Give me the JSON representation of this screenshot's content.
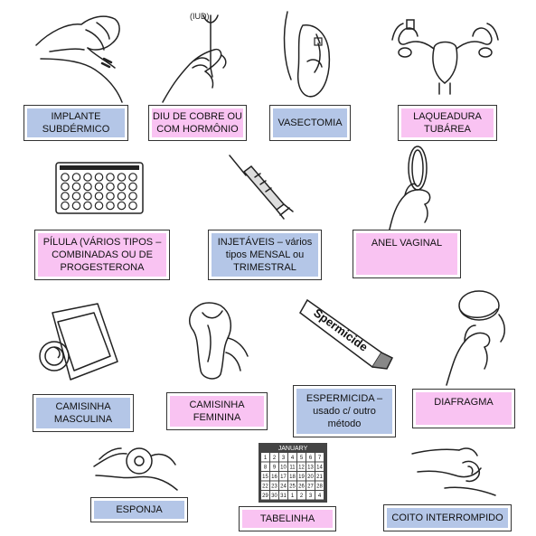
{
  "colors": {
    "blue_label": "#b4c6e7",
    "pink_label": "#f9c3f2",
    "line_art": "#222222"
  },
  "methods": [
    {
      "id": "implante",
      "label": "IMPLANTE\nSUBDÉRMICO",
      "icon": "arm-implant-icon",
      "color": "blue"
    },
    {
      "id": "diu",
      "label": "DIU DE COBRE OU\nCOM HORMÔNIO",
      "icon": "iud-hand-icon",
      "color": "pink",
      "iud_caption": "(IUD)"
    },
    {
      "id": "vasectomia",
      "label": "VASECTOMIA",
      "icon": "male-anatomy-icon",
      "color": "blue"
    },
    {
      "id": "laqueadura",
      "label": "LAQUEADURA\nTUBÁREA",
      "icon": "uterus-icon",
      "color": "pink"
    },
    {
      "id": "pilula",
      "label": "PÍLULA (VÁRIOS TIPOS –\nCOMBINADAS OU DE\nPROGESTERONA",
      "icon": "pill-pack-icon",
      "color": "pink"
    },
    {
      "id": "injetaveis",
      "label": "INJETÁVEIS – vários\ntipos MENSAL ou\nTRIMESTRAL",
      "icon": "syringe-icon",
      "color": "blue"
    },
    {
      "id": "anel",
      "label": "ANEL VAGINAL",
      "icon": "vaginal-ring-icon",
      "color": "pink"
    },
    {
      "id": "camisinha_masc",
      "label": "CAMISINHA\nMASCULINA",
      "icon": "male-condom-icon",
      "color": "blue"
    },
    {
      "id": "camisinha_fem",
      "label": "CAMISINHA\nFEMININA",
      "icon": "female-condom-icon",
      "color": "pink"
    },
    {
      "id": "espermicida",
      "label": "ESPERMICIDA –\nusado c/ outro\nmétodo",
      "icon": "spermicide-tube-icon",
      "color": "blue",
      "tube_text": "Spermicide"
    },
    {
      "id": "diafragma",
      "label": "DIAFRAGMA",
      "icon": "diaphragm-icon",
      "color": "pink"
    },
    {
      "id": "esponja",
      "label": "ESPONJA",
      "icon": "sponge-icon",
      "color": "blue"
    },
    {
      "id": "tabelinha",
      "label": "TABELINHA",
      "icon": "calendar-icon",
      "color": "pink",
      "calendar_month": "JANUARY",
      "calendar_rows": [
        [
          "1",
          "2",
          "3",
          "4",
          "5",
          "6",
          "7"
        ],
        [
          "8",
          "9",
          "10",
          "11",
          "12",
          "13",
          "14"
        ],
        [
          "15",
          "16",
          "17",
          "18",
          "19",
          "20",
          "21"
        ],
        [
          "22",
          "23",
          "24",
          "25",
          "26",
          "27",
          "28"
        ],
        [
          "29",
          "30",
          "31",
          "1",
          "2",
          "3",
          "4"
        ]
      ]
    },
    {
      "id": "coito",
      "label": "COITO INTERROMPIDO",
      "icon": "withdrawal-icon",
      "color": "blue"
    }
  ]
}
